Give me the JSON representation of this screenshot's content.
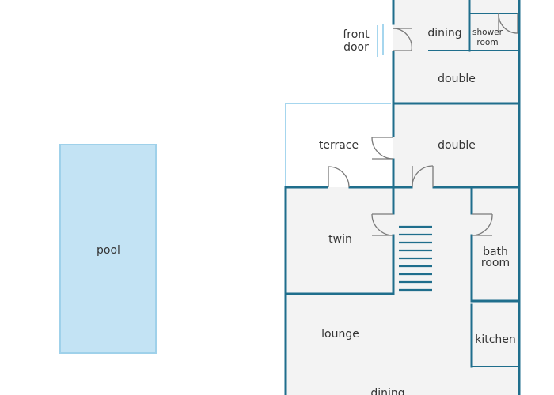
{
  "colors": {
    "wall": "#1f6e8c",
    "pool_fill": "#c3e3f4",
    "pool_stroke": "#9fd1ea",
    "room_fill": "#f3f3f3",
    "terrace_outline": "#a6d6ee",
    "door": "#7a7a7a",
    "text": "#333333"
  },
  "rooms": {
    "front_door": [
      "front",
      "door"
    ],
    "dining_top": "dining",
    "shower_room": [
      "shower",
      "room"
    ],
    "double_upper": "double",
    "terrace": "terrace",
    "double_lower": "double",
    "pool": "pool",
    "twin": "twin",
    "bathroom": [
      "bath",
      "room"
    ],
    "lounge": "lounge",
    "kitchen": "kitchen",
    "dining_bottom": "dining"
  }
}
